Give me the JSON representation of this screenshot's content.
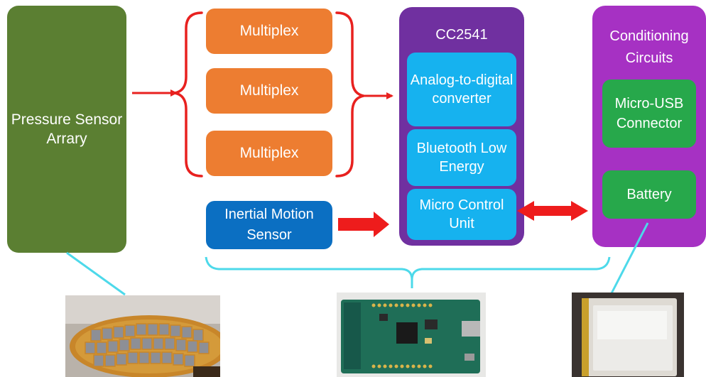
{
  "blocks": {
    "pressure_sensor_array": "Pressure Sensor Arrary",
    "multiplex_1": "Multiplex",
    "multiplex_2": "Multiplex",
    "multiplex_3": "Multiplex",
    "inertial_motion_sensor": "Inertial Motion Sensor",
    "cc2541": {
      "title": "CC2541",
      "adc": "Analog-to-digital converter",
      "ble": "Bluetooth Low Energy",
      "mcu": "Micro Control Unit"
    },
    "conditioning": {
      "title": "Conditioning Circuits",
      "usb": "Micro-USB Connector",
      "battery": "Battery"
    }
  },
  "photos": [
    {
      "subject": "flexible pressure sensor insole"
    },
    {
      "subject": "CC2541 circuit board"
    },
    {
      "subject": "lithium polymer battery"
    }
  ],
  "colors": {
    "pressure": "#5b7f32",
    "multiplex": "#ed7d31",
    "inertial": "#0b6fc2",
    "cc2541": "#7030a0",
    "sub_block": "#16b2ef",
    "conditioning": "#a631c3",
    "green_block": "#27a84b",
    "arrow": "#e8211f",
    "connector": "#4dd9ea"
  }
}
